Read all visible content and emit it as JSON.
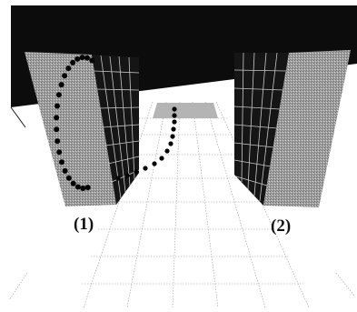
{
  "labels": {
    "left_wall": "(1)",
    "right_wall": "(2)"
  },
  "colors": {
    "sky": "#0c0c0c",
    "floor": "#ffffff",
    "wall_front_left": "#9a9a9a",
    "wall_front_right": "#a3a3a3",
    "wall_grid_face": "#151515",
    "grid_line": "#c8c8c8",
    "floor_line": "#9c9c9c",
    "dot": "#050505"
  },
  "icons": [
    "stippled-wall-texture",
    "perspective-grid",
    "dot-trajectory"
  ]
}
